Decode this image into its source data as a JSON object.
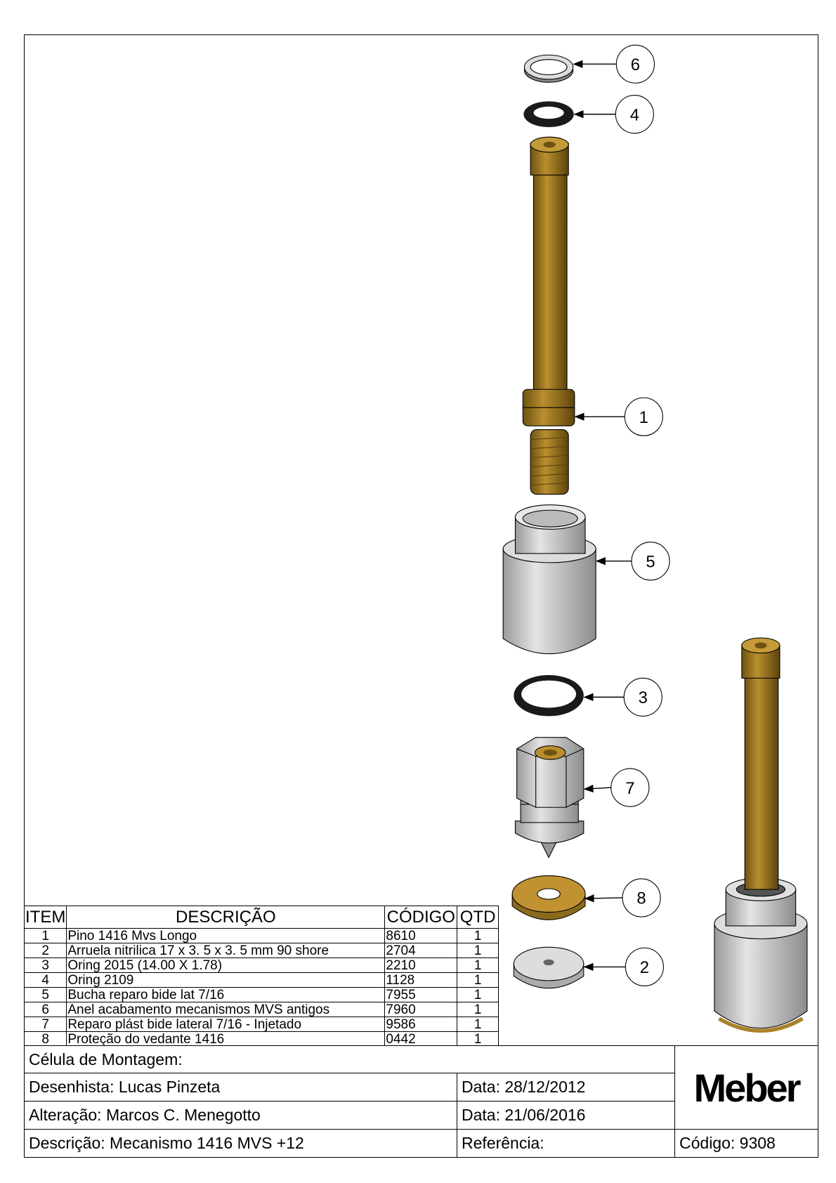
{
  "bom": {
    "headers": {
      "item": "ITEM",
      "descricao": "DESCRIÇÃO",
      "codigo": "CÓDIGO",
      "qtd": "QTD"
    },
    "rows": [
      {
        "item": "1",
        "descricao": "Pino 1416 Mvs Longo",
        "codigo": "8610",
        "qtd": "1"
      },
      {
        "item": "2",
        "descricao": "Arruela nitrilica 17 x 3. 5 x 3. 5 mm 90 shore",
        "codigo": "2704",
        "qtd": "1"
      },
      {
        "item": "3",
        "descricao": "Oring 2015 (14.00 X 1.78)",
        "codigo": "2210",
        "qtd": "1"
      },
      {
        "item": "4",
        "descricao": "Oring 2109",
        "codigo": "1128",
        "qtd": "1"
      },
      {
        "item": "5",
        "descricao": "Bucha reparo bide lat 7/16",
        "codigo": "7955",
        "qtd": "1"
      },
      {
        "item": "6",
        "descricao": "Anel acabamento mecanismos MVS antigos",
        "codigo": "7960",
        "qtd": "1"
      },
      {
        "item": "7",
        "descricao": "Reparo plást bide lateral 7/16 - Injetado",
        "codigo": "9586",
        "qtd": "1"
      },
      {
        "item": "8",
        "descricao": "Proteção do vedante 1416",
        "codigo": "0442",
        "qtd": "1"
      }
    ]
  },
  "title_block": {
    "celula_label": "Célula de Montagem:",
    "desenhista": "Desenhista: Lucas Pinzeta",
    "data1": "Data: 28/12/2012",
    "alteracao": "Alteração: Marcos C. Menegotto",
    "data2": "Data: 21/06/2016",
    "descricao": "Descrição: Mecanismo 1416 MVS +12",
    "referencia": "Referência:",
    "codigo": "Código: 9308",
    "logo": "Meber"
  },
  "balloons": [
    "6",
    "4",
    "1",
    "5",
    "3",
    "7",
    "8",
    "2"
  ],
  "colors": {
    "brass": "#a9822a",
    "steel": "#c8c8c8",
    "rubber": "#1a1a1a"
  }
}
